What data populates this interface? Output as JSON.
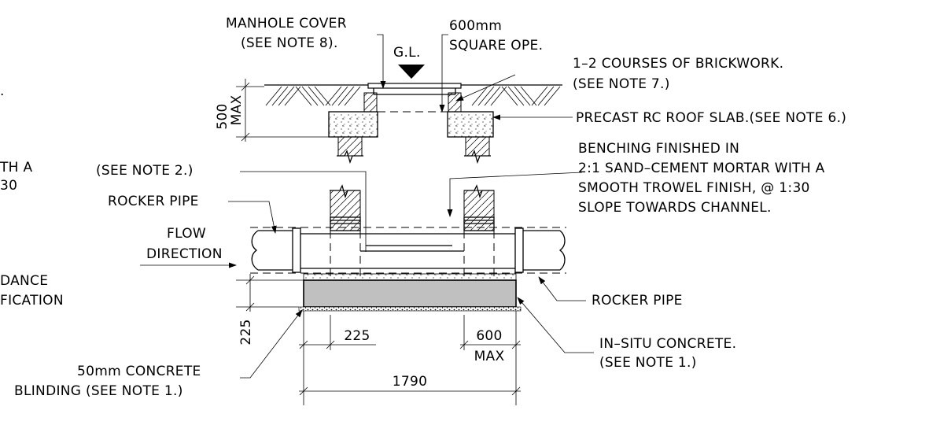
{
  "labels": {
    "manhole_cover_1": "MANHOLE COVER",
    "manhole_cover_2": "(SEE NOTE 8).",
    "gl": "G.L.",
    "opening_1": "600mm",
    "opening_2": "SQUARE OPE.",
    "brick_1": "1–2 COURSES OF BRICKWORK.",
    "brick_2": "(SEE NOTE 7.)",
    "roof_slab": "PRECAST RC ROOF SLAB.(SEE NOTE 6.)",
    "bench_1": "BENCHING FINISHED IN",
    "bench_2": "2:1 SAND–CEMENT MORTAR WITH A",
    "bench_3": "SMOOTH TROWEL FINISH, @ 1:30",
    "bench_4": "SLOPE TOWARDS CHANNEL.",
    "see_note_2": "(SEE NOTE 2.)",
    "rocker_pipe_left": "ROCKER PIPE",
    "flow_1": "FLOW",
    "flow_2": "DIRECTION",
    "rocker_pipe_right": "ROCKER PIPE",
    "insitu_1": "IN–SITU CONCRETE.",
    "insitu_2": "(SEE NOTE 1.)",
    "blinding_1": "50mm CONCRETE",
    "blinding_2": "BLINDING (SEE NOTE 1.)",
    "cut_1": "TH  A",
    "cut_2": "30",
    "cut_3": "DANCE",
    "cut_4": "FICATION",
    "cut_5": "."
  },
  "dimensions": {
    "d500": "500",
    "dmax": "MAX",
    "d225_v": "225",
    "d225_h": "225",
    "d600": "600",
    "d600_max": "MAX",
    "d1790": "1790"
  },
  "colors": {
    "line": "#000000",
    "concrete_fill": "#c0c0c0",
    "background": "#ffffff"
  }
}
